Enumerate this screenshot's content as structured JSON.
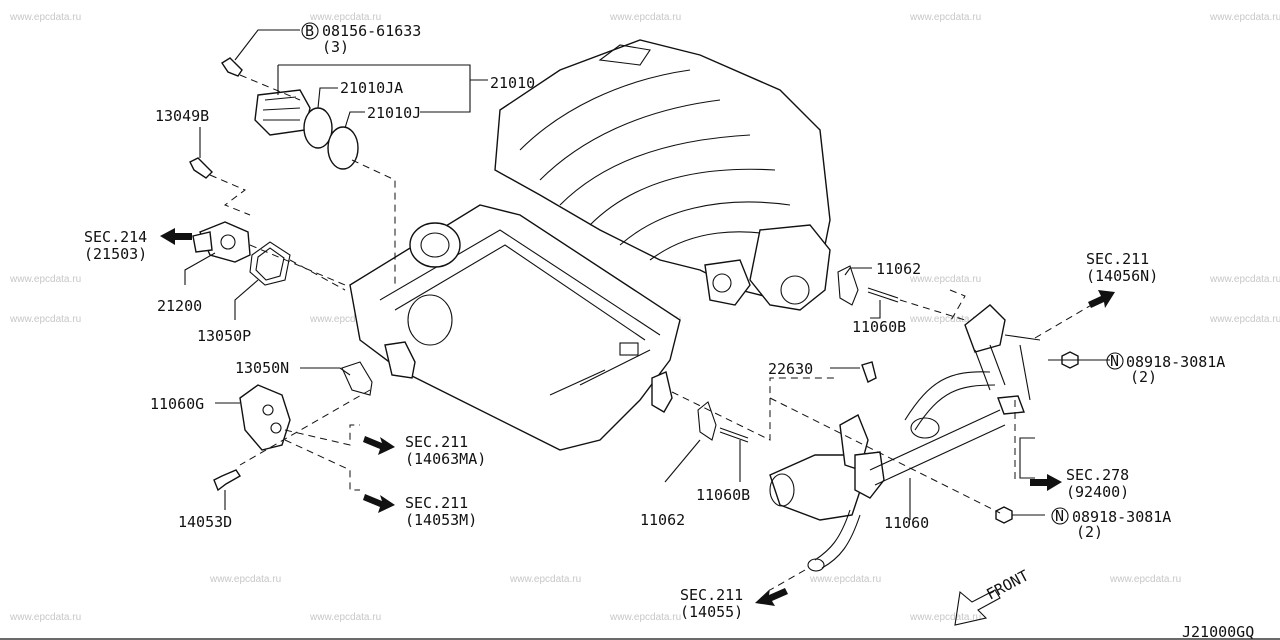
{
  "watermark": "www.epcdata.ru",
  "diagram_code": "J21000GQ",
  "front_label": "FRONT",
  "labels": {
    "bolt_b": "08156-61633",
    "bolt_b_letter": "B",
    "bolt_b_qty": "(3)",
    "p21010": "21010",
    "p21010ja": "21010JA",
    "p21010j": "21010J",
    "p13049b": "13049B",
    "sec214": "SEC.214",
    "sec214_ref": "(21503)",
    "p21200": "21200",
    "p13050p": "13050P",
    "p13050n": "13050N",
    "p11060g": "11060G",
    "p14053d": "14053D",
    "sec211_a": "SEC.211",
    "sec211_a_ref": "(14063MA)",
    "sec211_b": "SEC.211",
    "sec211_b_ref": "(14053M)",
    "p11062_bottom": "11062",
    "p11060b_bottom": "11060B",
    "p22630": "22630",
    "p11062_top": "11062",
    "p11060b_top": "11060B",
    "sec211_c": "SEC.211",
    "sec211_c_ref": "(14056N)",
    "nut_n_top": "08918-3081A",
    "nut_n_top_letter": "N",
    "nut_n_top_qty": "(2)",
    "sec278": "SEC.278",
    "sec278_ref": "(92400)",
    "p11060": "11060",
    "nut_n_bottom": "08918-3081A",
    "nut_n_bottom_letter": "N",
    "nut_n_bottom_qty": "(2)",
    "sec211_d": "SEC.211",
    "sec211_d_ref": "(14055)"
  }
}
